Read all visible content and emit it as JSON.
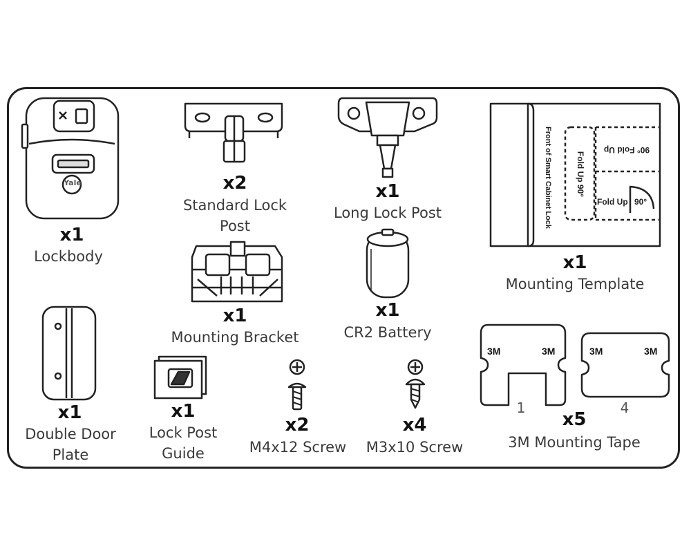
{
  "items": [
    {
      "id": "lockbody",
      "qty": "x1",
      "label": "Lockbody",
      "logo": "Yale"
    },
    {
      "id": "standard-lock-post",
      "qty": "x2",
      "label_line1": "Standard Lock",
      "label_line2": "Post"
    },
    {
      "id": "long-lock-post",
      "qty": "x1",
      "label": "Long Lock Post"
    },
    {
      "id": "mounting-bracket",
      "qty": "x1",
      "label": "Mounting Bracket"
    },
    {
      "id": "cr2-battery",
      "qty": "x1",
      "label": "CR2 Battery"
    },
    {
      "id": "double-door-plate",
      "qty": "x1",
      "label_line1": "Double Door",
      "label_line2": "Plate"
    },
    {
      "id": "lock-post-guide",
      "qty": "x1",
      "label_line1": "Lock Post",
      "label_line2": "Guide"
    },
    {
      "id": "m4x12-screw",
      "qty": "x2",
      "label": "M4x12 Screw"
    },
    {
      "id": "m3x10-screw",
      "qty": "x4",
      "label": "M3x10 Screw"
    },
    {
      "id": "mounting-template",
      "qty": "x1",
      "label": "Mounting Template"
    },
    {
      "id": "3m-mounting-tape",
      "qty": "x5",
      "label": "3M Mounting Tape"
    }
  ],
  "template_text": {
    "side": "Front of Smart Cabinet Lock",
    "fold_left": "Fold Up",
    "fold_left_angle": "90°",
    "fold_top": "Fold Up",
    "fold_top_angle": "90°",
    "fold_right": "Fold Up",
    "fold_right_angle": "90°"
  },
  "tape": {
    "brand": "3M",
    "piece1_number": "1",
    "piece2_number": "4"
  }
}
